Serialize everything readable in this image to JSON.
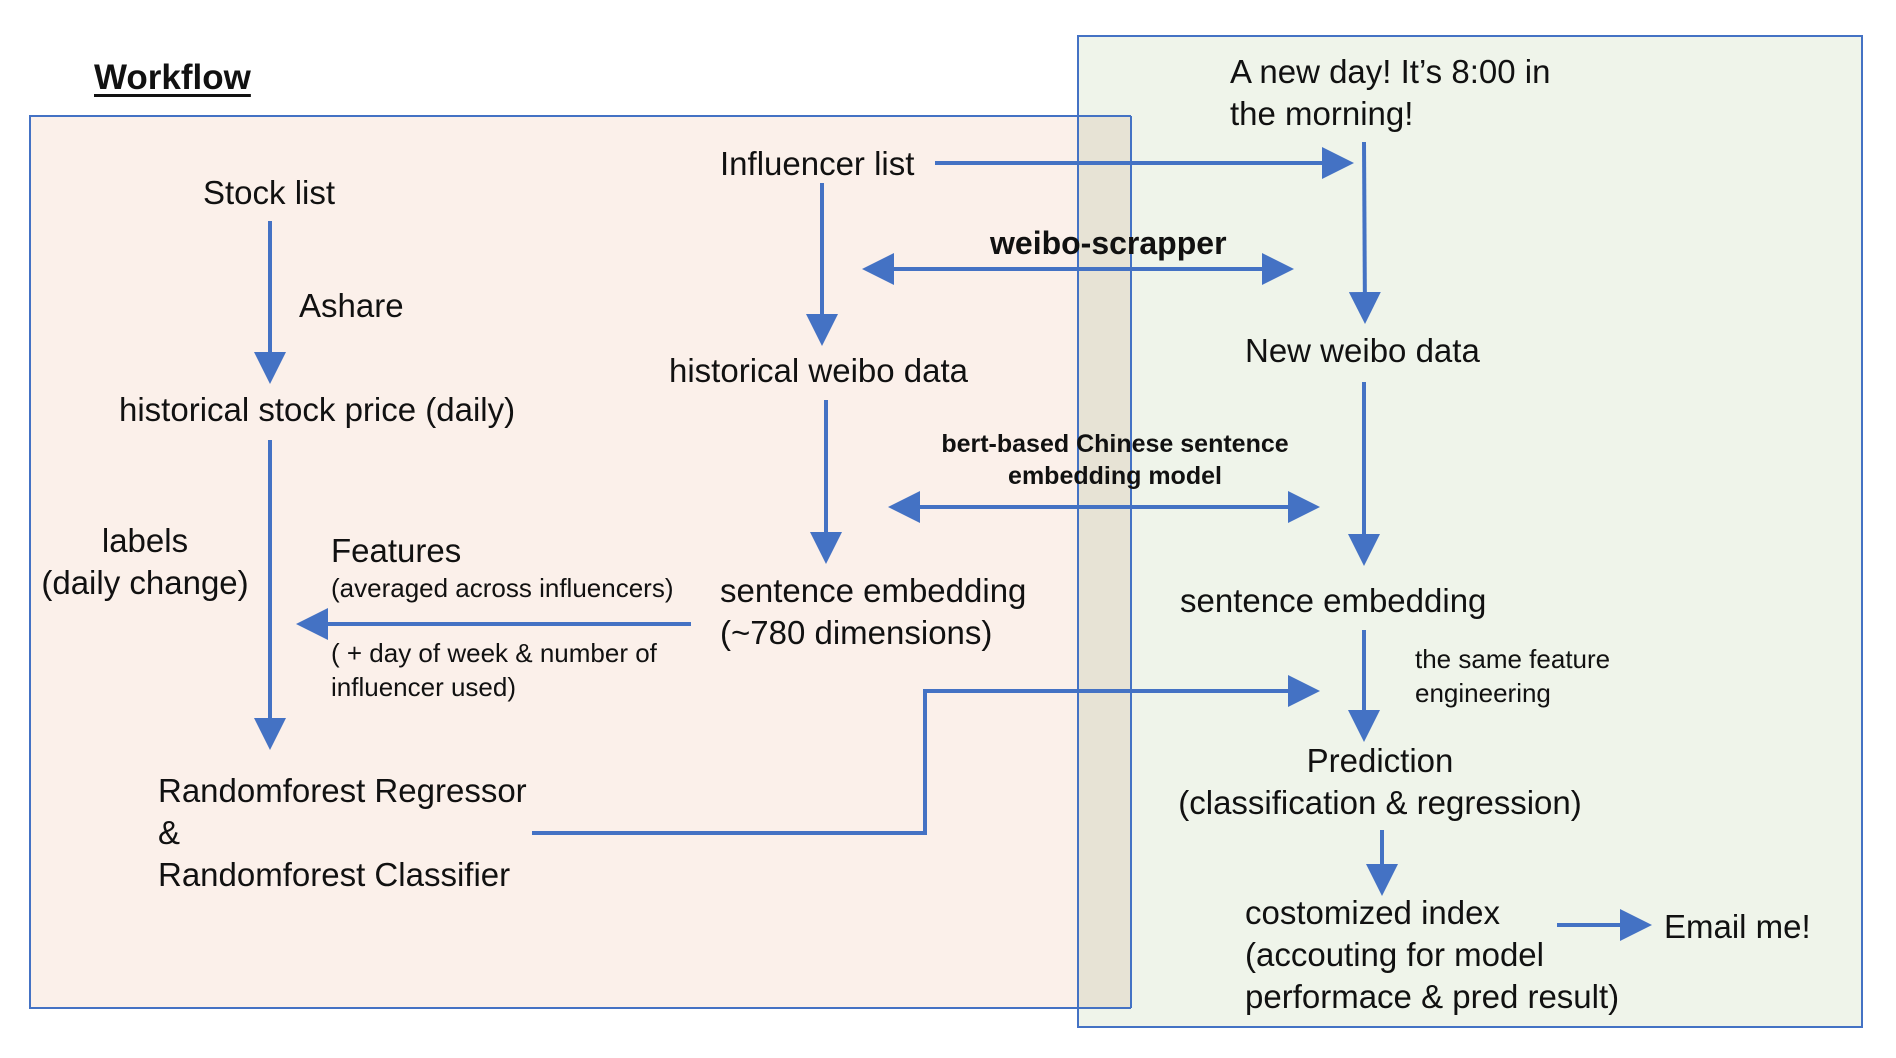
{
  "title": "Workflow",
  "colors": {
    "arrow": "#4472C4",
    "left_panel_fill": "#FBF0EA",
    "right_panel_fill": "#EFF4EA",
    "overlap_fill": "#E7E3D5",
    "panel_border": "#4472C4"
  },
  "labels": {
    "stock_list": "Stock list",
    "ashare": "Ashare",
    "historical_stock_price": "historical stock price (daily)",
    "labels_daily_change": "labels\n(daily change)",
    "features": "Features",
    "features_averaged": "(averaged across influencers)",
    "features_extra": "( + day of week & number of\ninfluencer used)",
    "randomforest": "Randomforest Regressor\n&\nRandomforest Classifier",
    "influencer_list": "Influencer list",
    "weibo_scrapper": "weibo-scrapper",
    "historical_weibo_data": "historical weibo data",
    "bert_model": "bert-based Chinese sentence\nembedding model",
    "sentence_embedding_hist": "sentence embedding\n(~780 dimensions)",
    "new_day": "A new day! It’s 8:00 in\nthe morning!",
    "new_weibo_data": "New weibo data",
    "sentence_embedding_new": "sentence embedding",
    "same_feature_engineering": "the same feature\nengineering",
    "prediction": "Prediction\n(classification & regression)",
    "customized_index": "costomized index\n(accouting for model\nperformace & pred result)",
    "email_me": "Email me!"
  }
}
